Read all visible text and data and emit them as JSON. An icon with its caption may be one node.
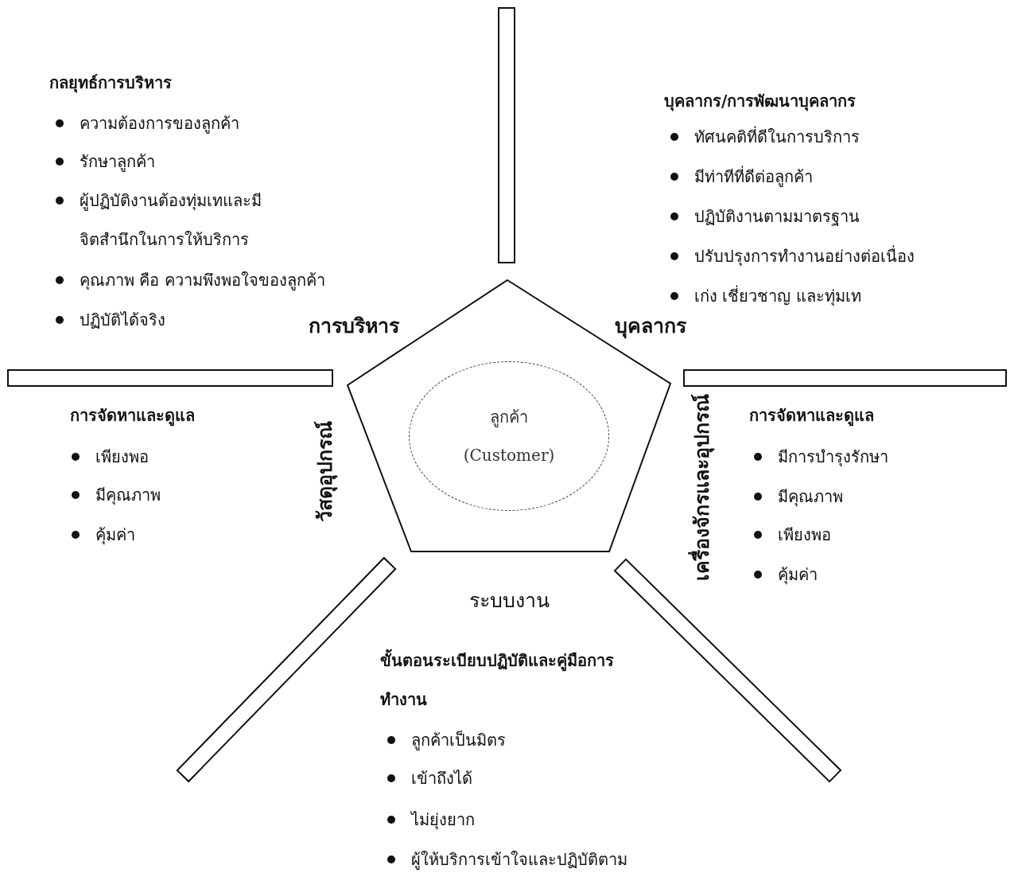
{
  "diagram": {
    "nodes": [
      {
        "text": [],
        "shape": "pentagon"
      },
      {
        "text": [
          "ลูกค้า",
          "(Customer)"
        ],
        "in": 0
      },
      {
        "text": [],
        "shape": "bar"
      },
      {
        "text": [],
        "shape": "bar"
      },
      {
        "text": [],
        "shape": "bar"
      },
      {
        "text": [],
        "shape": "bar"
      },
      {
        "text": [],
        "shape": "bar"
      }
    ],
    "labels": [
      "กลยุทธ์การบริหาร",
      "ความต้องการของลูกค้า",
      "รักษาลูกค้า",
      "ผู้ปฏิบัติงานต้องทุ่มเทและมีจิตสำนึกในการให้บริการ",
      "คุณภาพ คือ ความพึงพอใจของลูกค้า",
      "ปฏิบัติได้จริง",
      "บุคลากร/การพัฒนาบุคลากร",
      "ทัศนคติที่ดีในการบริการ",
      "มีท่าทีที่ดีต่อลูกค้า",
      "ปฏิบัติงานตามมาตรฐาน",
      "ปรับปรุงการทำงานอย่างต่อเนื่อง",
      "เก่ง เชี่ยวชาญ และทุ่มเท",
      "การบริหาร",
      "บุคลากร",
      "การจัดหาและดูแล",
      "เพียงพอ",
      "มีคุณภาพ",
      "คุ้มค่า",
      "วัสดุอุปกรณ์",
      "เครื่องจักรและอุปกรณ์",
      "การจัดหาและดูแล",
      "มีการบำรุงรักษา",
      "มีคุณภาพ",
      "เพียงพอ",
      "คุ้มค่า",
      "ระบบงาน",
      "ขั้นตอนระเบียบปฏิบัติและคู่มือการทำงาน",
      "ลูกค้าเป็นมิตร",
      "เข้าถึงได้",
      "ไม่ยุ่งยาก",
      "ผู้ให้บริการเข้าใจและปฏิบัติตาม"
    ]
  }
}
